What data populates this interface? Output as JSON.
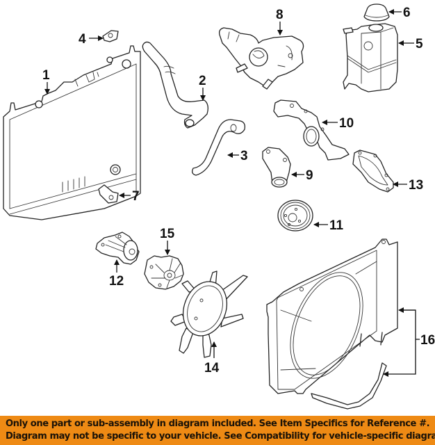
{
  "diagram": {
    "title": "Cooling system parts diagram",
    "callouts": [
      {
        "number": "1",
        "part": "radiator"
      },
      {
        "number": "2",
        "part": "upper-hose"
      },
      {
        "number": "3",
        "part": "lower-hose"
      },
      {
        "number": "4",
        "part": "seal"
      },
      {
        "number": "5",
        "part": "reservoir"
      },
      {
        "number": "6",
        "part": "reservoir-cap"
      },
      {
        "number": "7",
        "part": "drain-plug"
      },
      {
        "number": "8",
        "part": "thermostat-housing"
      },
      {
        "number": "9",
        "part": "water-outlet"
      },
      {
        "number": "10",
        "part": "water-inlet-pipe"
      },
      {
        "number": "11",
        "part": "pulley"
      },
      {
        "number": "12",
        "part": "water-pump"
      },
      {
        "number": "13",
        "part": "gasket"
      },
      {
        "number": "14",
        "part": "fan-blade"
      },
      {
        "number": "15",
        "part": "fan-clutch"
      },
      {
        "number": "16",
        "part": "fan-shroud"
      }
    ]
  },
  "banner": {
    "line1": "Only one part or sub-assembly in diagram included. See Item Specifics for Reference #.",
    "line2": "Diagram may not be specific to your vehicle. See Compatibility for vehicle-specific diagrams.",
    "background_color": "#ee8a14",
    "text_color": "#1a1208"
  }
}
